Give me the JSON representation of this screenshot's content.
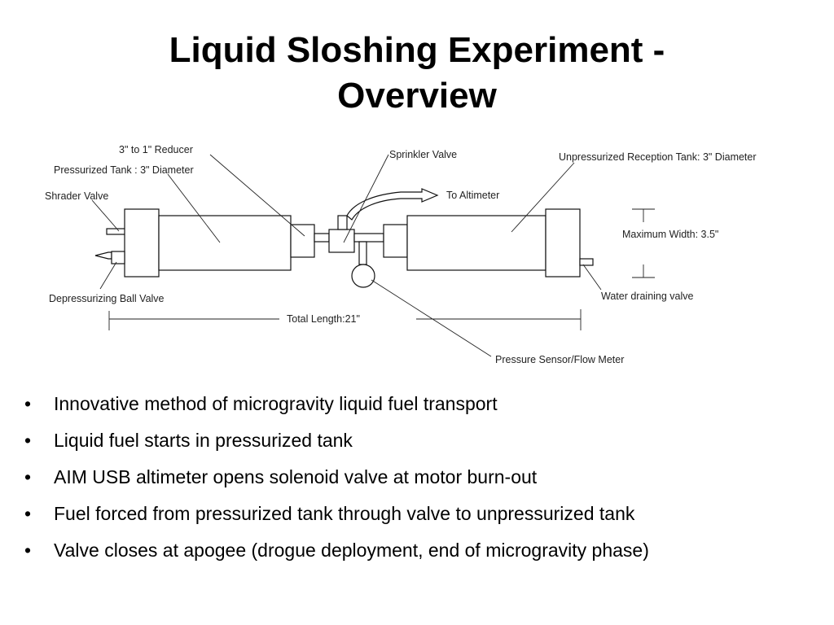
{
  "slide": {
    "title_line1": "Liquid Sloshing Experiment -",
    "title_line2": "Overview"
  },
  "diagram": {
    "labels": {
      "reducer": "3\" to 1\" Reducer",
      "pressurized_tank": "Pressurized Tank : 3\" Diameter",
      "shrader_valve": "Shrader Valve",
      "sprinkler_valve": "Sprinkler Valve",
      "to_altimeter": "To Altimeter",
      "reception_tank": "Unpressurized Reception Tank: 3\" Diameter",
      "max_width": "Maximum Width: 3.5\"",
      "depressurizing_valve": "Depressurizing Ball Valve",
      "total_length": "Total Length:21\"",
      "water_draining_valve": "Water draining valve",
      "pressure_sensor": "Pressure Sensor/Flow Meter"
    }
  },
  "bullets": {
    "marker": "•",
    "items": [
      "Innovative method of microgravity liquid fuel transport",
      "Liquid fuel starts in pressurized tank",
      "AIM USB altimeter opens solenoid valve at motor burn-out",
      "Fuel forced from pressurized tank through valve to unpressurized tank",
      "Valve closes at apogee (drogue deployment, end of microgravity phase)"
    ]
  }
}
